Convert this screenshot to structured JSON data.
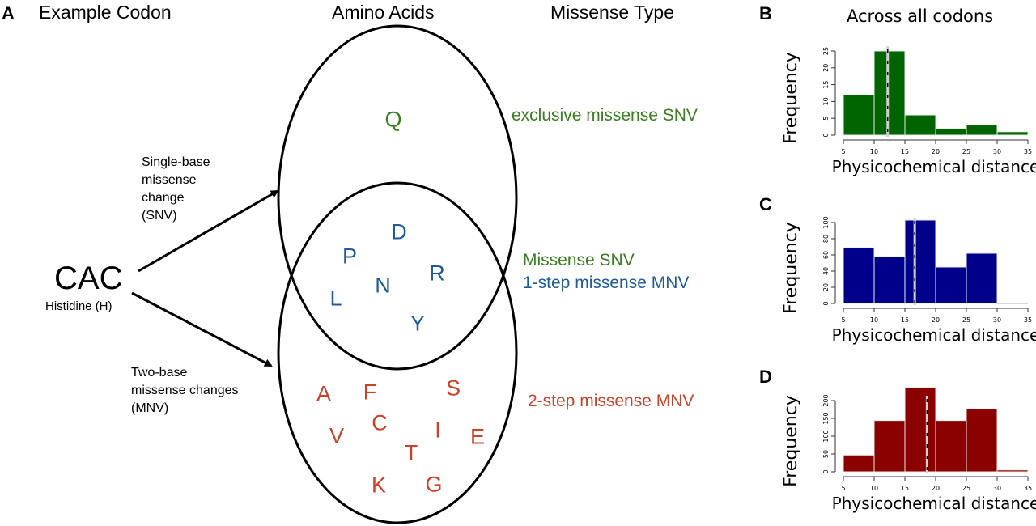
{
  "panel_a": {
    "letter": "A",
    "headers": {
      "codon": "Example Codon",
      "amino_acids": "Amino Acids",
      "missense_type": "Missense Type"
    },
    "codon": "CAC",
    "codon_aa": "Histidine (H)",
    "arrow_snv_label": "Single-base\nmissense\nchange\n(SNV)",
    "arrow_mnv_label": "Two-base\nmissense changes\n(MNV)",
    "exclusive_snv": {
      "letters": [
        "Q"
      ],
      "label": "exclusive missense SNV",
      "color": "#3a7d22"
    },
    "overlap": {
      "letters": [
        "D",
        "P",
        "R",
        "N",
        "L",
        "Y"
      ],
      "label_snv": "Missense SNV",
      "label_mnv": "1-step missense MNV",
      "color": "#1f5a99"
    },
    "two_step_mnv": {
      "letters": [
        "A",
        "F",
        "S",
        "C",
        "I",
        "V",
        "E",
        "T",
        "K",
        "G"
      ],
      "label": "2-step missense MNV",
      "color": "#cc4128"
    }
  },
  "right_title": "Across all codons",
  "chart_data": [
    {
      "panel": "B",
      "type": "bar",
      "subtype": "histogram",
      "bin_edges": [
        5,
        10,
        15,
        20,
        25,
        30,
        35
      ],
      "values": [
        12,
        25,
        6,
        2,
        3,
        1
      ],
      "mean_line": 12.2,
      "xlabel": "Physicochemical distance",
      "ylabel": "Frequency",
      "xticks": [
        5,
        10,
        15,
        20,
        25,
        30,
        35
      ],
      "yticks": [
        0,
        5,
        10,
        15,
        20,
        25
      ],
      "xlim": [
        5,
        35
      ],
      "ylim": [
        0,
        25
      ],
      "color": "#006400"
    },
    {
      "panel": "C",
      "type": "bar",
      "subtype": "histogram",
      "bin_edges": [
        5,
        10,
        15,
        20,
        25,
        30,
        35
      ],
      "values": [
        69,
        58,
        103,
        45,
        62,
        0
      ],
      "mean_line": 16.6,
      "xlabel": "Physicochemical distance",
      "ylabel": "Frequency",
      "xticks": [
        5,
        10,
        15,
        20,
        25,
        30,
        35
      ],
      "yticks": [
        0,
        20,
        40,
        60,
        80,
        100
      ],
      "xlim": [
        5,
        35
      ],
      "ylim": [
        0,
        100
      ],
      "color": "#00008b"
    },
    {
      "panel": "D",
      "type": "bar",
      "subtype": "histogram",
      "bin_edges": [
        5,
        10,
        15,
        20,
        25,
        30,
        35
      ],
      "values": [
        47,
        144,
        237,
        144,
        177,
        5
      ],
      "mean_line": 18.6,
      "xlabel": "Physicochemical distance",
      "ylabel": "Frequency",
      "xticks": [
        5,
        10,
        15,
        20,
        25,
        30,
        35
      ],
      "yticks": [
        0,
        50,
        100,
        150,
        200
      ],
      "xlim": [
        5,
        35
      ],
      "ylim": [
        0,
        200
      ],
      "color": "#8b0000"
    }
  ]
}
